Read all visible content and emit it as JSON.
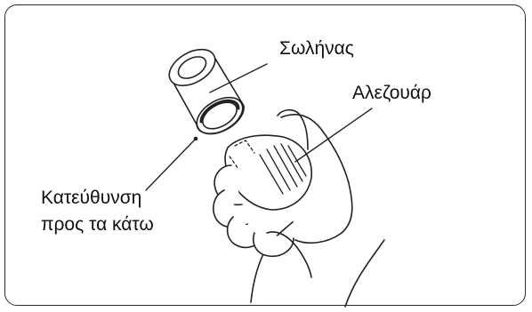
{
  "labels": {
    "hose": "Σωλήνας",
    "whisk": "Αλεζουάρ",
    "direction_line1": "Κατεύθυνση",
    "direction_line2": "προς τα κάτω"
  }
}
